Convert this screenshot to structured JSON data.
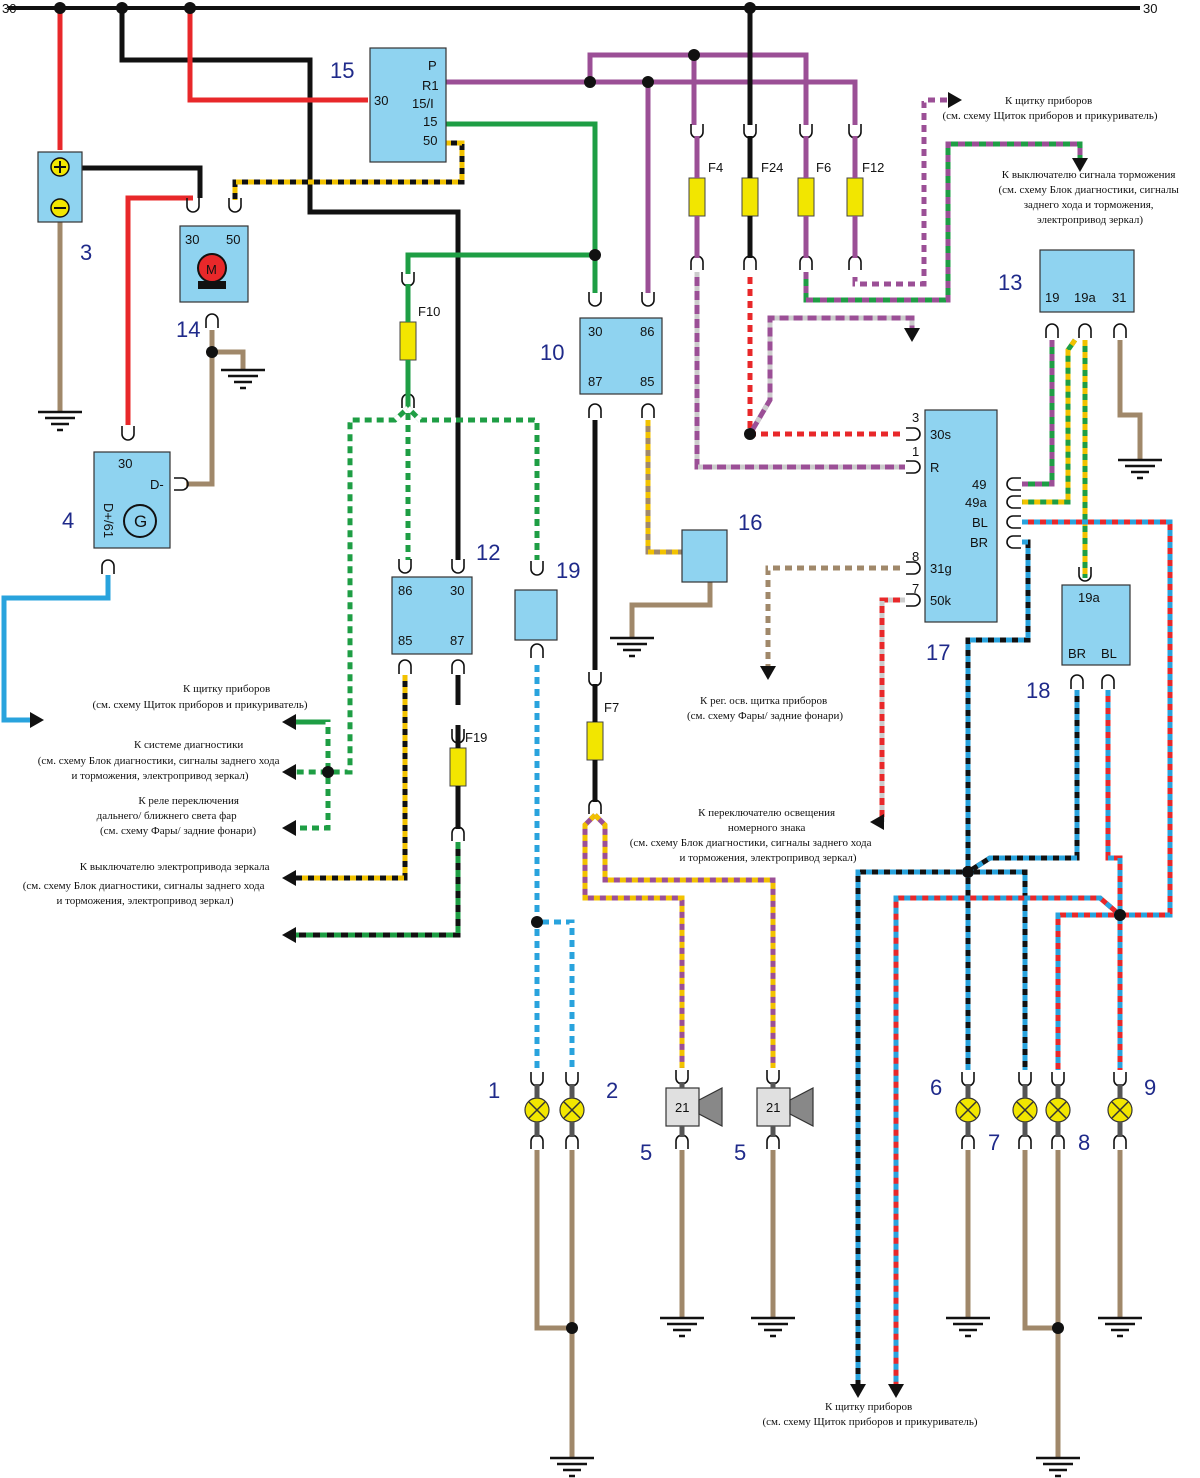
{
  "diagram": {
    "bus_labels": {
      "left": "30",
      "right": "30"
    },
    "components": {
      "c1": {
        "number": "1"
      },
      "c2": {
        "number": "2"
      },
      "c3": {
        "number": "3",
        "plus": "+",
        "minus": "−"
      },
      "c4": {
        "number": "4",
        "pin_30": "30",
        "pin_d": "D-",
        "pin_d61": "D+/61",
        "symbol": "G"
      },
      "c5a": {
        "number": "5",
        "pin": "21"
      },
      "c5b": {
        "number": "5",
        "pin": "21"
      },
      "c6": {
        "number": "6"
      },
      "c7": {
        "number": "7"
      },
      "c8": {
        "number": "8"
      },
      "c9": {
        "number": "9"
      },
      "c10": {
        "number": "10",
        "pins": [
          "30",
          "86",
          "87",
          "85"
        ]
      },
      "c12": {
        "number": "12",
        "pins": [
          "86",
          "30",
          "85",
          "87"
        ]
      },
      "c13": {
        "number": "13",
        "pins": [
          "19",
          "19a",
          "31"
        ]
      },
      "c14": {
        "number": "14",
        "pins": [
          "30",
          "50"
        ],
        "symbol": "M"
      },
      "c15": {
        "number": "15",
        "pins": [
          "P",
          "R1",
          "15/I",
          "15",
          "50",
          "30"
        ]
      },
      "c16": {
        "number": "16"
      },
      "c17": {
        "number": "17",
        "pins": [
          "30s",
          "R",
          "49",
          "49a",
          "BL",
          "BR",
          "31g",
          "50k"
        ],
        "terminal_numbers": [
          "3",
          "1",
          "8",
          "7"
        ]
      },
      "c18": {
        "number": "18",
        "pins": [
          "19a",
          "BR",
          "BL"
        ]
      },
      "c19": {
        "number": "19"
      }
    },
    "fuses": [
      "F4",
      "F24",
      "F6",
      "F12",
      "F10",
      "F19",
      "F7"
    ],
    "notes": {
      "n_top1": [
        "К щитку приборов",
        "(см. схему Щиток приборов и прикуриватель)"
      ],
      "n_top2": [
        "К выключателю сигнала торможения",
        "(см. схему Блок диагностики, сигналы",
        "заднего хода и торможения,",
        "электропривод зеркал)"
      ],
      "n_left1": [
        "К щитку приборов",
        "(см. схему Щиток приборов и прикуриватель)"
      ],
      "n_left2": [
        "К системе диагностики",
        "(см. схему Блок диагностики, сигналы заднего хода",
        "и торможения, электропривод зеркал)"
      ],
      "n_left3": [
        "К реле переключения",
        "дальнего/ ближнего света фар",
        "(см. схему Фары/ задние фонари)"
      ],
      "n_left4": [
        "К выключателю электропривода зеркала",
        "(см. схему Блок диагностики, сигналы заднего хода",
        "и торможения, электропривод зеркал)"
      ],
      "n_mid": [
        "К рег. осв. щитка приборов",
        "(см. схему Фары/ задние фонари)"
      ],
      "n_plate": [
        "К переключателю освещения",
        "номерного знака",
        "(см. схему Блок диагностики, сигналы заднего хода",
        "и торможения, электропривод зеркал)"
      ],
      "n_bottom": [
        "К щитку приборов",
        "(см. схему Щиток приборов и прикуриватель)"
      ]
    },
    "colors": {
      "red": "#e8282a",
      "black": "#111111",
      "brown": "#a0886a",
      "green": "#1e9e44",
      "purple": "#9b4f96",
      "blue": "#29a3dd",
      "yellow": "#f2c200",
      "grey": "#9a9a9a",
      "white": "#ffffff",
      "component": "#8fd3f0",
      "fuse": "#f2e600"
    }
  }
}
